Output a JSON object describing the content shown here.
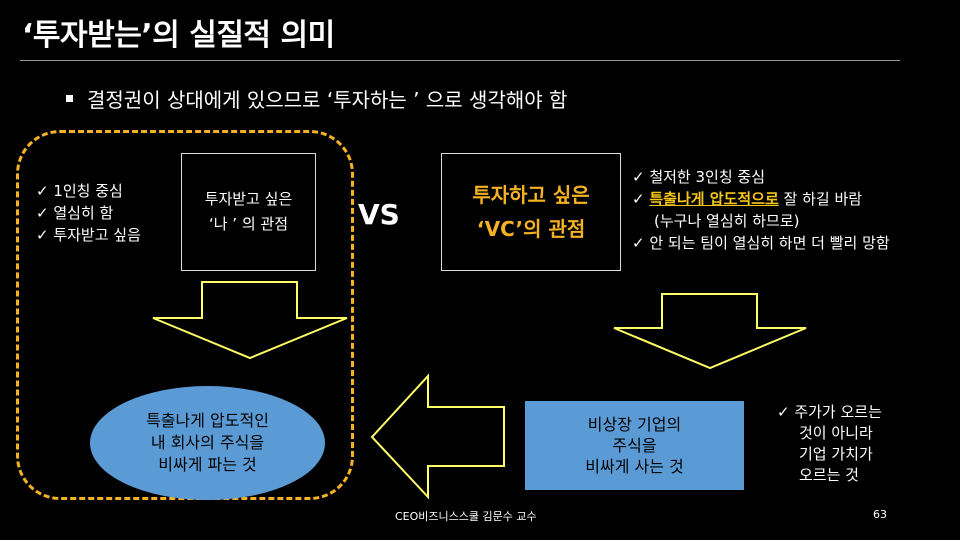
{
  "slide": {
    "title": "‘투자받는’의 실질적 의미",
    "bullet": "결정권이 상대에게 있으므로 ‘투자하는 ’ 으로 생각해야 함",
    "left_checks": [
      "✓  1인칭 중심",
      "✓  열심히 함",
      "✓  투자받고 싶음"
    ],
    "left_box": {
      "line1": "투자받고 싶은",
      "line2": "‘나 ’ 의 관점"
    },
    "vs": "VS",
    "right_box": {
      "line1": "투자하고 싶은",
      "line2": "‘VC’의 관점"
    },
    "right_checks": {
      "item1": "✓  철저한 3인칭 중심",
      "item2_mark": "✓  ",
      "item2_highlight": "특출나게 압도적으로",
      "item2_rest": " 잘 하길 바람",
      "item2_sub": "(누구나 열심히 하므로)",
      "item3": "✓  안 되는 팀이 열심히 하면 더 빨리 망함"
    },
    "ellipse": {
      "line1": "특출나게 압도적인",
      "line2": "내 회사의 주식을",
      "line3": "비싸게 파는 것"
    },
    "blue_box": {
      "line1": "비상장 기업의",
      "line2": "주식을",
      "line3": "비싸게 사는 것"
    },
    "right_note": {
      "line1": "✓  주가가 오르는",
      "line2": "것이 아니라",
      "line3": "기업 가치가",
      "line4": "오르는 것"
    },
    "footer": "CEO비즈니스스쿨 김문수 교수",
    "page_number": "63",
    "colors": {
      "accent": "#f5b323",
      "highlight": "#f5c518",
      "shape_fill": "#5b9bd5",
      "arrow_stroke": "#ffff66"
    }
  }
}
